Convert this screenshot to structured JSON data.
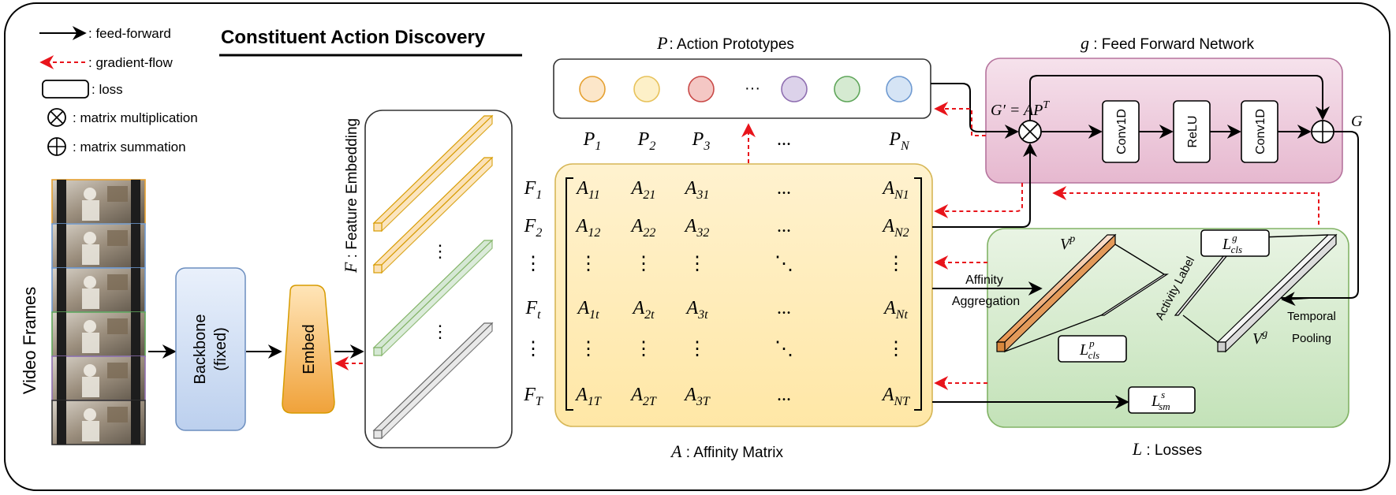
{
  "title": "Constituent Action Discovery",
  "legend": {
    "feed_forward": ": feed-forward",
    "gradient_flow": ": gradient-flow",
    "loss": ": loss",
    "matmul": ": matrix multiplication",
    "matsum": ": matrix summation"
  },
  "video_frames_label": "Video Frames",
  "backbone": {
    "line1": "Backbone",
    "line2": "(fixed)"
  },
  "embed_label": "Embed",
  "feature_embedding": {
    "symbol": "F",
    "label": " : Feature Embedding"
  },
  "prototypes": {
    "symbol": "P",
    "label": ": Action Prototypes",
    "ellipsis": "···",
    "labels": [
      {
        "base": "P",
        "sub": "1"
      },
      {
        "base": "P",
        "sub": "2"
      },
      {
        "base": "P",
        "sub": "3"
      },
      {
        "base": "...",
        "sub": ""
      },
      {
        "base": "P",
        "sub": "N"
      }
    ],
    "colors": [
      "#fce6c9",
      "#fdf0c8",
      "#f4c7c4",
      "#dcd2ea",
      "#d5ead1",
      "#d5e4f5"
    ],
    "strokes": [
      "#e5a030",
      "#e7c25b",
      "#c94a48",
      "#8f6fb1",
      "#5fa65a",
      "#6f9ad1"
    ]
  },
  "ffn": {
    "symbol": "g",
    "label": " : Feed Forward Network",
    "formula": "G′ = AP",
    "formula_sup": "T",
    "blocks": [
      "Conv1D",
      "ReLU",
      "Conv1D"
    ],
    "output": "G"
  },
  "affinity": {
    "symbol": "A",
    "label": " : Affinity Matrix",
    "row_labels": [
      {
        "base": "F",
        "sub": "1"
      },
      {
        "base": "F",
        "sub": "2"
      },
      {
        "base": "⋮",
        "sub": ""
      },
      {
        "base": "F",
        "sub": "t"
      },
      {
        "base": "⋮",
        "sub": ""
      },
      {
        "base": "F",
        "sub": "T"
      }
    ],
    "cells": [
      [
        {
          "b": "A",
          "s": "11"
        },
        {
          "b": "A",
          "s": "21"
        },
        {
          "b": "A",
          "s": "31"
        },
        {
          "b": "...",
          "s": ""
        },
        {
          "b": "A",
          "s": "N1"
        }
      ],
      [
        {
          "b": "A",
          "s": "12"
        },
        {
          "b": "A",
          "s": "22"
        },
        {
          "b": "A",
          "s": "32"
        },
        {
          "b": "...",
          "s": ""
        },
        {
          "b": "A",
          "s": "N2"
        }
      ],
      [
        {
          "b": "⋮",
          "s": ""
        },
        {
          "b": "⋮",
          "s": ""
        },
        {
          "b": "⋮",
          "s": ""
        },
        {
          "b": "⋱",
          "s": ""
        },
        {
          "b": "⋮",
          "s": ""
        }
      ],
      [
        {
          "b": "A",
          "s": "1t"
        },
        {
          "b": "A",
          "s": "2t"
        },
        {
          "b": "A",
          "s": "3t"
        },
        {
          "b": "...",
          "s": ""
        },
        {
          "b": "A",
          "s": "Nt"
        }
      ],
      [
        {
          "b": "⋮",
          "s": ""
        },
        {
          "b": "⋮",
          "s": ""
        },
        {
          "b": "⋮",
          "s": ""
        },
        {
          "b": "⋱",
          "s": ""
        },
        {
          "b": "⋮",
          "s": ""
        }
      ],
      [
        {
          "b": "A",
          "s": "1T"
        },
        {
          "b": "A",
          "s": "2T"
        },
        {
          "b": "A",
          "s": "3T"
        },
        {
          "b": "...",
          "s": ""
        },
        {
          "b": "A",
          "s": "NT"
        }
      ]
    ]
  },
  "losses": {
    "symbol": "L",
    "label": " : Losses",
    "vp": {
      "base": "V",
      "sup": "p"
    },
    "vg": {
      "base": "V",
      "sup": "g"
    },
    "lcls_g": {
      "base": "L",
      "sub": "cls",
      "sup": "g"
    },
    "lcls_p": {
      "base": "L",
      "sub": "cls",
      "sup": "p"
    },
    "lsm": {
      "base": "L",
      "sub": "sm",
      "sup": "s"
    },
    "affinity_aggregation": [
      "Affinity",
      "Aggregation"
    ],
    "activity_label": "Activity Label",
    "temporal_pooling": [
      "Temporal",
      "Pooling"
    ]
  },
  "emb_dots": "⋮"
}
